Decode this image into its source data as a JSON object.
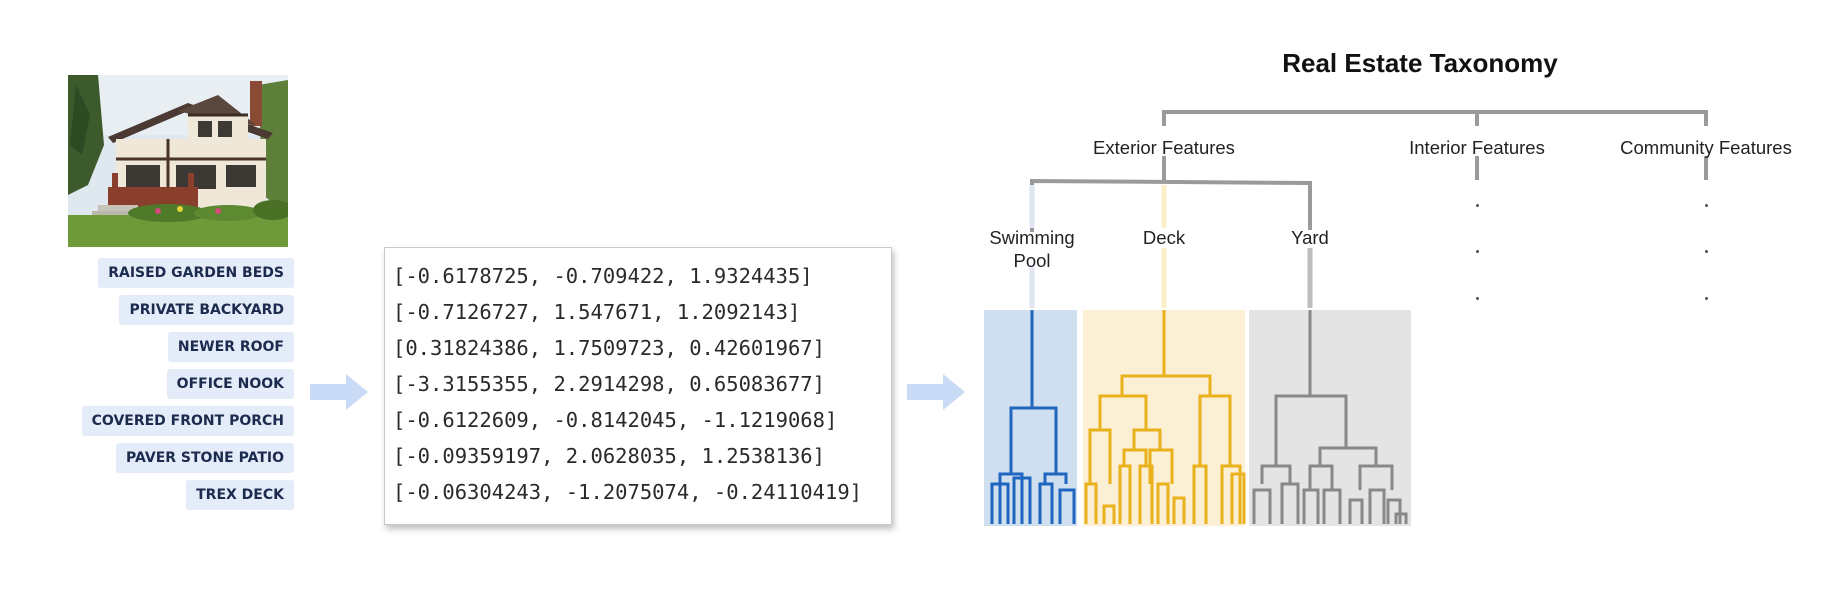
{
  "tags": [
    "RAISED GARDEN BEDS",
    "PRIVATE BACKYARD",
    "NEWER ROOF",
    "OFFICE NOOK",
    "COVERED FRONT PORCH",
    "PAVER STONE PATIO",
    "TREX DECK"
  ],
  "vectors": [
    "[-0.6178725, -0.709422, 1.9324435]",
    "[-0.7126727, 1.547671, 1.2092143]",
    "[0.31824386, 1.7509723, 0.42601967]",
    "[-3.3155355, 2.2914298, 0.65083677]",
    "[-0.6122609, -0.8142045, -1.1219068]",
    "[-0.09359197, 2.0628035, 1.2538136]",
    "[-0.06304243, -1.2075074, -0.24110419]"
  ],
  "taxonomy": {
    "title": "Real Estate Taxonomy",
    "categories": [
      "Exterior Features",
      "Interior Features",
      "Community Features"
    ],
    "exterior_children": [
      "Swimming Pool",
      "Deck",
      "Yard"
    ],
    "ellipsis": "·"
  },
  "colors": {
    "tag_bg": "#e4ecfa",
    "arrow": "#c9dbf7",
    "pool": "#1f66c0",
    "pool_bg": "#cfdff0",
    "deck": "#e9b11c",
    "deck_bg": "#fbf0d4",
    "yard": "#888888",
    "yard_bg": "#e4e4e4",
    "tree_line": "#9a9a9a"
  },
  "icons": [
    "house-photo",
    "arrow-right-icon"
  ]
}
